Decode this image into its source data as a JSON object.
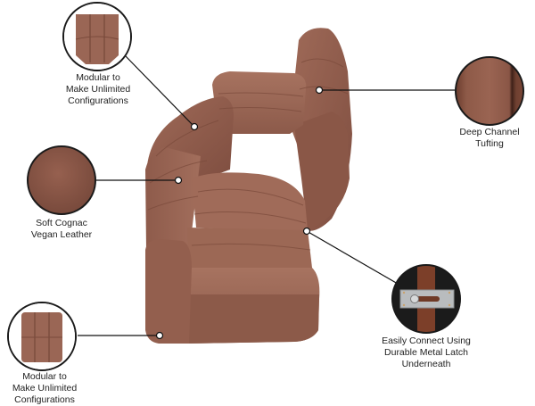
{
  "product": {
    "material_color": "#9a6655",
    "material_shadow": "#7a4b3d",
    "material_highlight": "#b07e6c"
  },
  "callouts": [
    {
      "id": "modular-top",
      "icon": "corner-chair-module-icon",
      "lines": [
        "Modular to",
        "Make Unlimited",
        "Configurations"
      ]
    },
    {
      "id": "cognac-leather",
      "icon": "leather-swatch-icon",
      "lines": [
        "Soft Cognac",
        "Vegan Leather"
      ]
    },
    {
      "id": "modular-bottom",
      "icon": "armless-chair-module-icon",
      "lines": [
        "Modular to",
        "Make Unlimited",
        "Configurations"
      ]
    },
    {
      "id": "channel-tufting",
      "icon": "channel-tufting-closeup-icon",
      "lines": [
        "Deep Channel",
        "Tufting"
      ]
    },
    {
      "id": "metal-latch",
      "icon": "metal-latch-icon",
      "lines": [
        "Easily Connect Using",
        "Durable Metal Latch",
        "Underneath"
      ]
    }
  ]
}
